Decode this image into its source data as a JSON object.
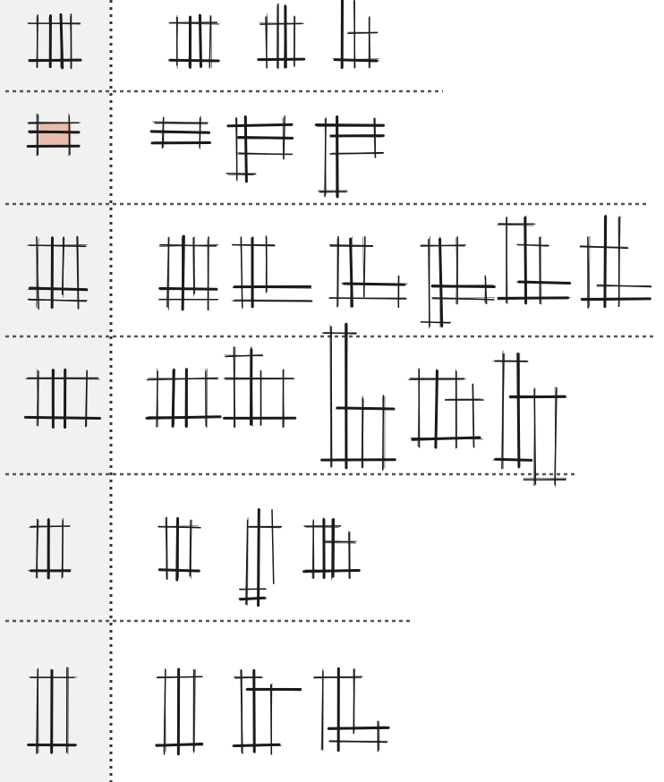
{
  "colors": {
    "sidebar_background": "#f1f1f1",
    "page_background": "#ffffff",
    "ink": "#1a1a1a",
    "highlight_fill": "#e8bcac",
    "separator": "#555555"
  },
  "rows": [
    {
      "id": "row-1",
      "sidebar_glyph": "three-column-frame",
      "variants": [
        "three-column-frame",
        "split-column-frame",
        "tall-column-frame"
      ]
    },
    {
      "id": "row-2",
      "sidebar_glyph": "highlighted-bar",
      "sidebar_highlighted": true,
      "variants": [
        "flat-bar",
        "flag-frame",
        "tall-flag-frame"
      ]
    },
    {
      "id": "row-3",
      "sidebar_glyph": "boxed-column-frame",
      "variants": [
        "boxed-column-frame",
        "l-base-frame",
        "offset-l-frame",
        "step-l-frame",
        "tall-l-frame",
        "right-l-frame"
      ]
    },
    {
      "id": "row-4",
      "sidebar_glyph": "four-column-frame",
      "variants": [
        "four-column-frame",
        "raised-column-frame",
        "tall-step-frame",
        "step-column-frame",
        "tall-drop-frame"
      ]
    },
    {
      "id": "row-5",
      "sidebar_glyph": "narrow-two-column-frame",
      "variants": [
        "narrow-two-column-frame",
        "offset-tall-frame",
        "three-narrow-frame"
      ]
    },
    {
      "id": "row-6",
      "sidebar_glyph": "tall-two-column-frame",
      "variants": [
        "tall-two-column-frame",
        "ledge-frame",
        "foot-l-frame"
      ]
    }
  ]
}
